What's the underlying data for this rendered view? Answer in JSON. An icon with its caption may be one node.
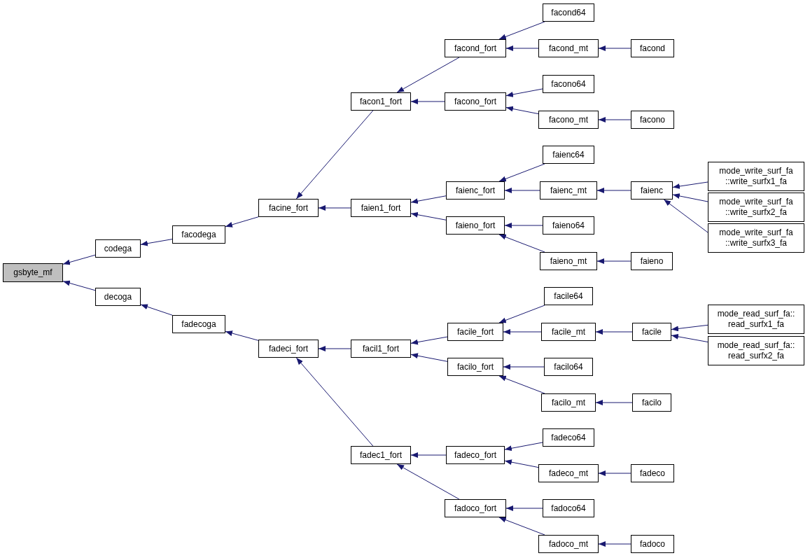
{
  "diagram": {
    "nodes": [
      {
        "text": [
          "gsbyte_mf"
        ]
      },
      {
        "text": [
          "codega"
        ]
      },
      {
        "text": [
          "decoga"
        ]
      },
      {
        "text": [
          "facodega"
        ]
      },
      {
        "text": [
          "fadecoga"
        ]
      },
      {
        "text": [
          "facine_fort"
        ]
      },
      {
        "text": [
          "fadeci_fort"
        ]
      },
      {
        "text": [
          "facon1_fort"
        ]
      },
      {
        "text": [
          "faien1_fort"
        ]
      },
      {
        "text": [
          "facil1_fort"
        ]
      },
      {
        "text": [
          "fadec1_fort"
        ]
      },
      {
        "text": [
          "facond_fort"
        ]
      },
      {
        "text": [
          "facono_fort"
        ]
      },
      {
        "text": [
          "faienc_fort"
        ]
      },
      {
        "text": [
          "faieno_fort"
        ]
      },
      {
        "text": [
          "facile_fort"
        ]
      },
      {
        "text": [
          "facilo_fort"
        ]
      },
      {
        "text": [
          "fadeco_fort"
        ]
      },
      {
        "text": [
          "fadoco_fort"
        ]
      },
      {
        "text": [
          "facond64"
        ]
      },
      {
        "text": [
          "facond_mt"
        ]
      },
      {
        "text": [
          "facono64"
        ]
      },
      {
        "text": [
          "facono_mt"
        ]
      },
      {
        "text": [
          "faienc64"
        ]
      },
      {
        "text": [
          "faienc_mt"
        ]
      },
      {
        "text": [
          "faieno64"
        ]
      },
      {
        "text": [
          "faieno_mt"
        ]
      },
      {
        "text": [
          "facile64"
        ]
      },
      {
        "text": [
          "facile_mt"
        ]
      },
      {
        "text": [
          "facilo64"
        ]
      },
      {
        "text": [
          "facilo_mt"
        ]
      },
      {
        "text": [
          "fadeco64"
        ]
      },
      {
        "text": [
          "fadeco_mt"
        ]
      },
      {
        "text": [
          "fadoco64"
        ]
      },
      {
        "text": [
          "fadoco_mt"
        ]
      },
      {
        "text": [
          "facond"
        ]
      },
      {
        "text": [
          "facono"
        ]
      },
      {
        "text": [
          "faienc"
        ]
      },
      {
        "text": [
          "faieno"
        ]
      },
      {
        "text": [
          "facile"
        ]
      },
      {
        "text": [
          "facilo"
        ]
      },
      {
        "text": [
          "fadeco"
        ]
      },
      {
        "text": [
          "fadoco"
        ]
      },
      {
        "text": [
          "mode_write_surf_fa ::write_surfx1_fa"
        ]
      },
      {
        "text": [
          "mode_write_surf_fa ::write_surfx2_fa"
        ]
      },
      {
        "text": [
          "mode_write_surf_fa ::write_surfx3_fa"
        ]
      },
      {
        "text": [
          "mode_read_surf_fa:: read_surfx1_fa"
        ]
      },
      {
        "text": [
          "mode_read_surf_fa:: read_surfx2_fa"
        ]
      }
    ],
    "edges": [
      {
        "from": 1,
        "to": 0,
        "arrow": "to"
      },
      {
        "from": 2,
        "to": 0,
        "arrow": "to"
      },
      {
        "from": 3,
        "to": 1,
        "arrow": "to"
      },
      {
        "from": 4,
        "to": 2,
        "arrow": "to"
      },
      {
        "from": 5,
        "to": 3,
        "arrow": "to"
      },
      {
        "from": 6,
        "to": 4,
        "arrow": "to"
      },
      {
        "from": 7,
        "to": 5,
        "arrow": "to"
      },
      {
        "from": 8,
        "to": 5,
        "arrow": "to"
      },
      {
        "from": 9,
        "to": 6,
        "arrow": "to"
      },
      {
        "from": 10,
        "to": 6,
        "arrow": "to"
      },
      {
        "from": 11,
        "to": 7,
        "arrow": "to"
      },
      {
        "from": 12,
        "to": 7,
        "arrow": "to"
      },
      {
        "from": 13,
        "to": 8,
        "arrow": "to"
      },
      {
        "from": 14,
        "to": 8,
        "arrow": "to"
      },
      {
        "from": 15,
        "to": 9,
        "arrow": "to"
      },
      {
        "from": 16,
        "to": 9,
        "arrow": "to"
      },
      {
        "from": 17,
        "to": 10,
        "arrow": "to"
      },
      {
        "from": 18,
        "to": 10,
        "arrow": "to"
      },
      {
        "from": 19,
        "to": 11,
        "arrow": "to"
      },
      {
        "from": 20,
        "to": 11,
        "arrow": "to"
      },
      {
        "from": 21,
        "to": 12,
        "arrow": "to"
      },
      {
        "from": 22,
        "to": 12,
        "arrow": "to"
      },
      {
        "from": 23,
        "to": 13,
        "arrow": "to"
      },
      {
        "from": 24,
        "to": 13,
        "arrow": "to"
      },
      {
        "from": 25,
        "to": 14,
        "arrow": "to"
      },
      {
        "from": 26,
        "to": 14,
        "arrow": "to"
      },
      {
        "from": 27,
        "to": 15,
        "arrow": "to"
      },
      {
        "from": 28,
        "to": 15,
        "arrow": "to"
      },
      {
        "from": 29,
        "to": 16,
        "arrow": "to"
      },
      {
        "from": 30,
        "to": 16,
        "arrow": "to"
      },
      {
        "from": 31,
        "to": 17,
        "arrow": "to"
      },
      {
        "from": 32,
        "to": 17,
        "arrow": "to"
      },
      {
        "from": 33,
        "to": 18,
        "arrow": "to"
      },
      {
        "from": 34,
        "to": 18,
        "arrow": "to"
      },
      {
        "from": 35,
        "to": 20,
        "arrow": "to"
      },
      {
        "from": 36,
        "to": 22,
        "arrow": "to"
      },
      {
        "from": 37,
        "to": 24,
        "arrow": "to"
      },
      {
        "from": 38,
        "to": 26,
        "arrow": "to"
      },
      {
        "from": 39,
        "to": 28,
        "arrow": "to"
      },
      {
        "from": 40,
        "to": 30,
        "arrow": "to"
      },
      {
        "from": 41,
        "to": 32,
        "arrow": "to"
      },
      {
        "from": 42,
        "to": 34,
        "arrow": "to"
      },
      {
        "from": 43,
        "to": 37,
        "arrow": "to"
      },
      {
        "from": 44,
        "to": 37,
        "arrow": "to"
      },
      {
        "from": 45,
        "to": 37,
        "arrow": "to"
      },
      {
        "from": 46,
        "to": 39,
        "arrow": "to"
      },
      {
        "from": 47,
        "to": 39,
        "arrow": "to"
      }
    ]
  }
}
